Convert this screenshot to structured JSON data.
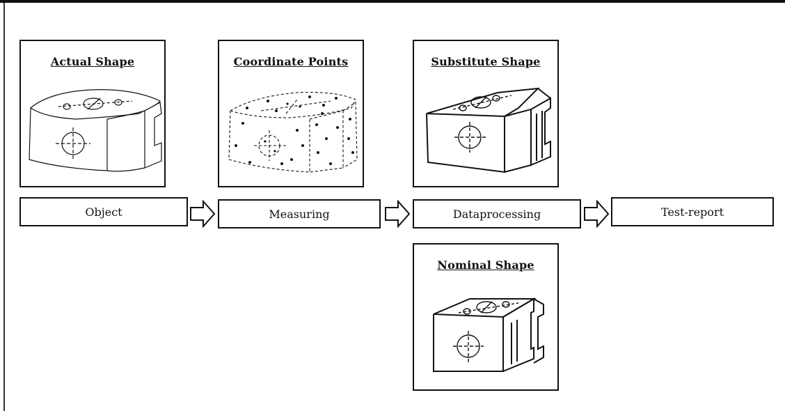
{
  "panels": {
    "actual": {
      "title": "Actual Shape"
    },
    "coordinate": {
      "title": "Coordinate Points"
    },
    "substitute": {
      "title": "Substitute Shape"
    },
    "nominal": {
      "title": "Nominal Shape"
    }
  },
  "steps": {
    "object": "Object",
    "measuring": "Measuring",
    "dataprocessing": "Dataprocessing",
    "test_report": "Test-report"
  }
}
